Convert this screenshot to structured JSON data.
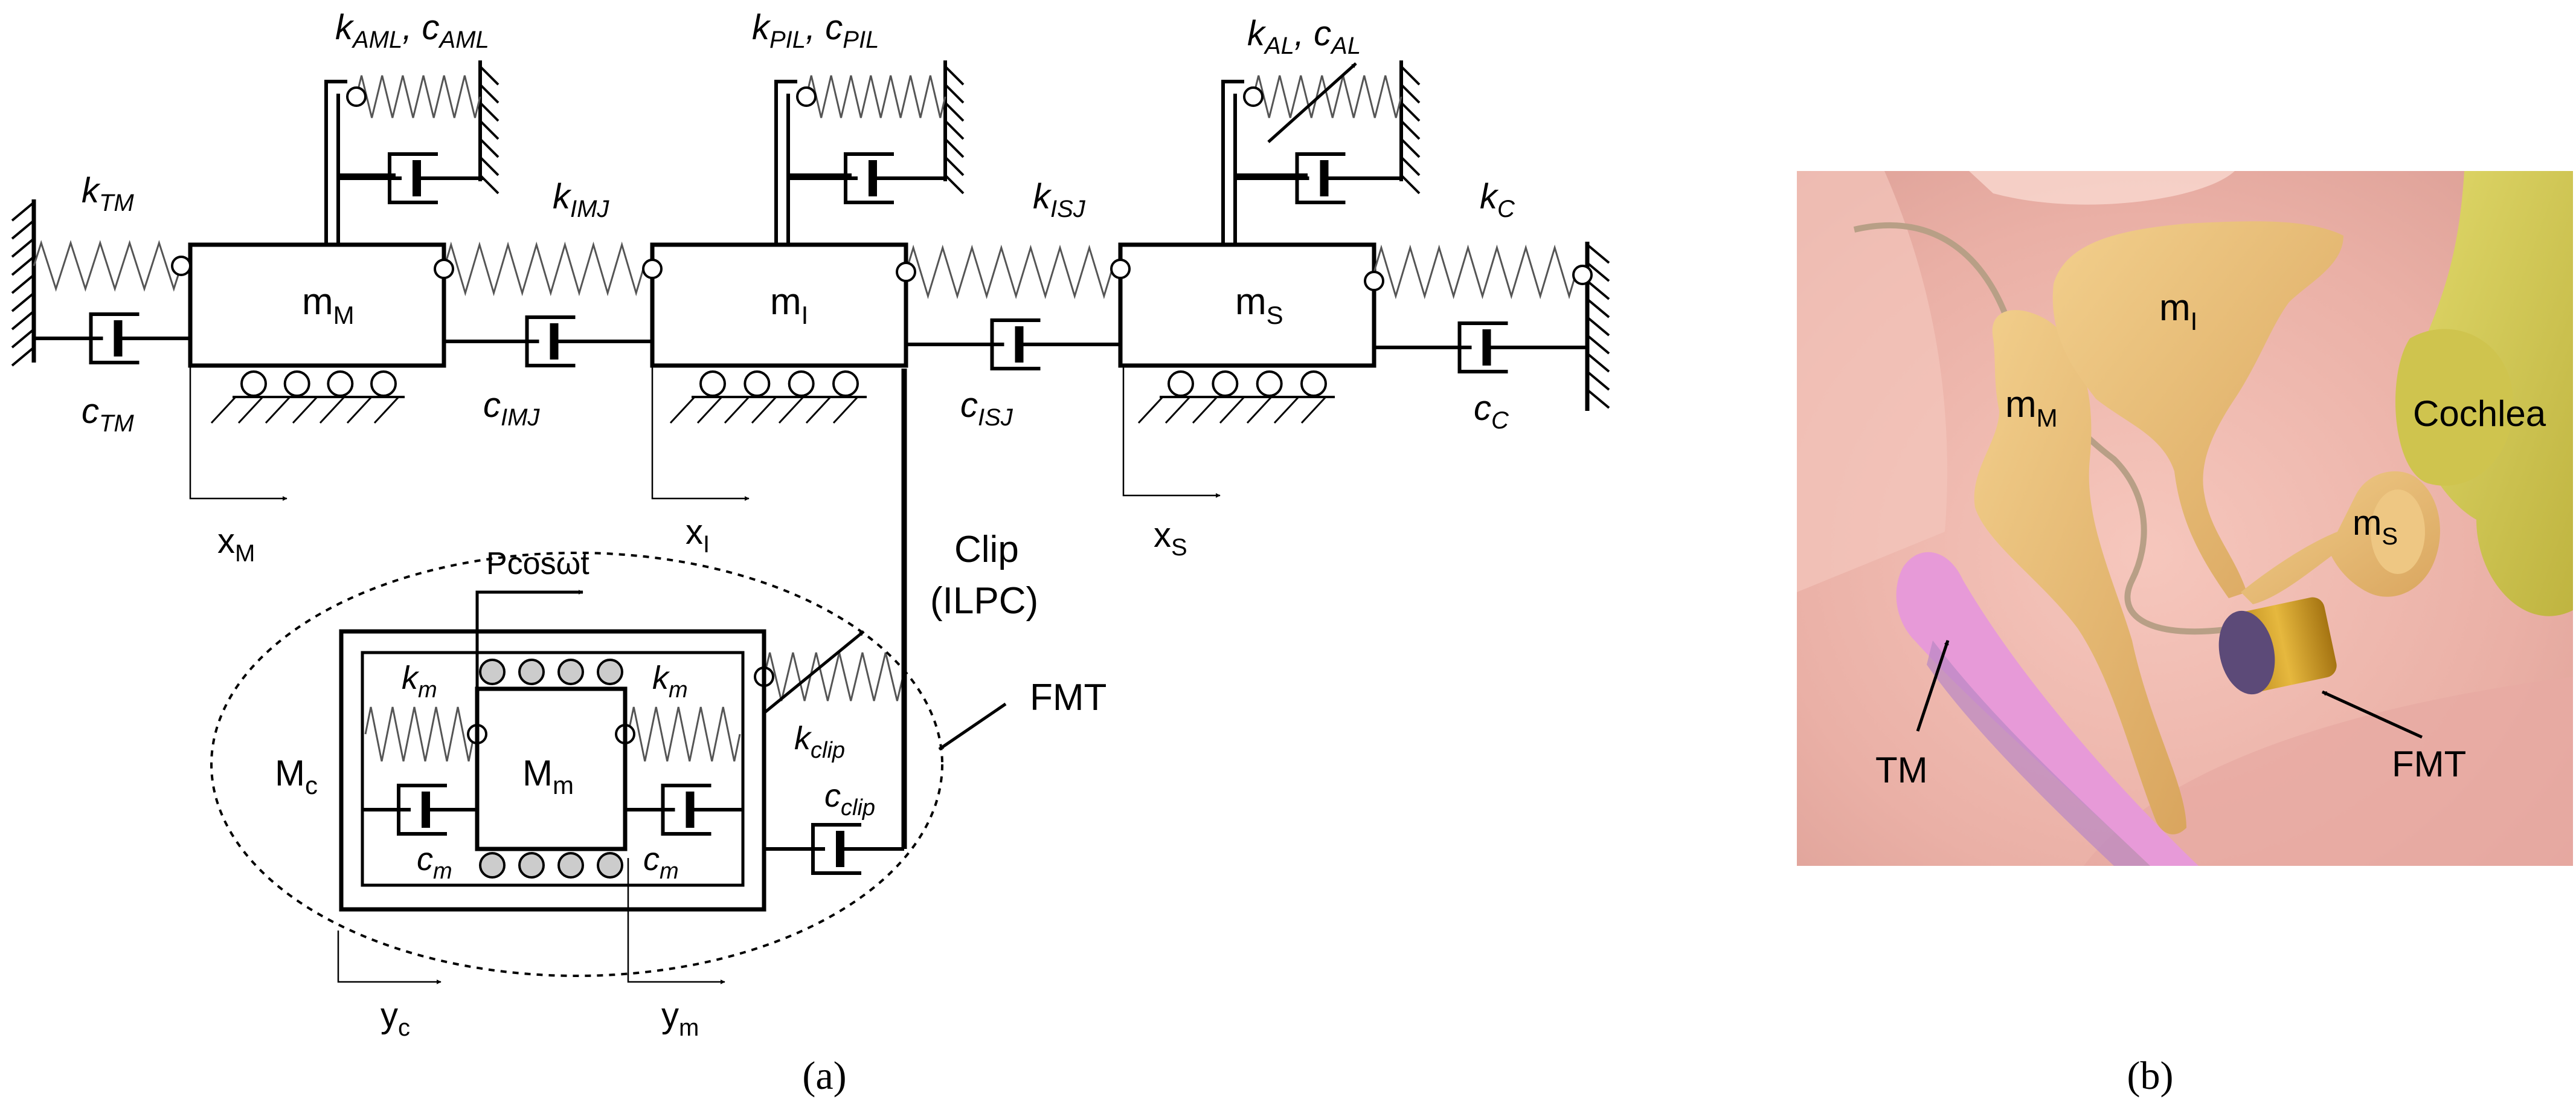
{
  "panel_a": {
    "masses": {
      "malleus": {
        "base": "m",
        "sub": "M"
      },
      "incus": {
        "base": "m",
        "sub": "I"
      },
      "stapes": {
        "base": "m",
        "sub": "S"
      }
    },
    "springs": {
      "tm": {
        "base": "k",
        "sub": "TM"
      },
      "imj": {
        "base": "k",
        "sub": "IMJ"
      },
      "isj": {
        "base": "k",
        "sub": "ISJ"
      },
      "cochlea": {
        "base": "k",
        "sub": "C"
      }
    },
    "dampers": {
      "tm": {
        "base": "c",
        "sub": "TM"
      },
      "imj": {
        "base": "c",
        "sub": "IMJ"
      },
      "isj": {
        "base": "c",
        "sub": "ISJ"
      },
      "cochlea": {
        "base": "c",
        "sub": "C"
      }
    },
    "ligaments": {
      "aml": {
        "k": "k",
        "k_sub": "AML",
        "c": "c",
        "c_sub": "AML"
      },
      "pil": {
        "k": "k",
        "k_sub": "PIL",
        "c": "c",
        "c_sub": "PIL"
      },
      "al": {
        "k": "k",
        "k_sub": "AL",
        "c": "c",
        "c_sub": "AL"
      }
    },
    "displacements": {
      "malleus": {
        "base": "x",
        "sub": "M"
      },
      "incus": {
        "base": "x",
        "sub": "I"
      },
      "stapes": {
        "base": "x",
        "sub": "S"
      },
      "casing": {
        "base": "y",
        "sub": "c"
      },
      "magnet": {
        "base": "y",
        "sub": "m"
      }
    },
    "clip_label": [
      "Clip",
      "(ILPC)"
    ],
    "fmt_label": "FMT",
    "force_label": "Pcosωt",
    "casing_mass": {
      "base": "M",
      "sub": "c"
    },
    "magnet_mass": {
      "base": "M",
      "sub": "m"
    },
    "fmt_springs": {
      "base": "k",
      "sub": "m"
    },
    "fmt_dampers": {
      "base": "c",
      "sub": "m"
    },
    "clip_spring": {
      "base": "k",
      "sub": "clip"
    },
    "clip_damper": {
      "base": "c",
      "sub": "clip"
    }
  },
  "panel_b": {
    "label_mi": {
      "base": "m",
      "sub": "I"
    },
    "label_mm": {
      "base": "m",
      "sub": "M"
    },
    "label_ms": {
      "base": "m",
      "sub": "S"
    },
    "label_cochlea": "Cochlea",
    "label_tm": "TM",
    "label_fmt": "FMT"
  },
  "captions": {
    "a": "(a)",
    "b": "(b)"
  }
}
